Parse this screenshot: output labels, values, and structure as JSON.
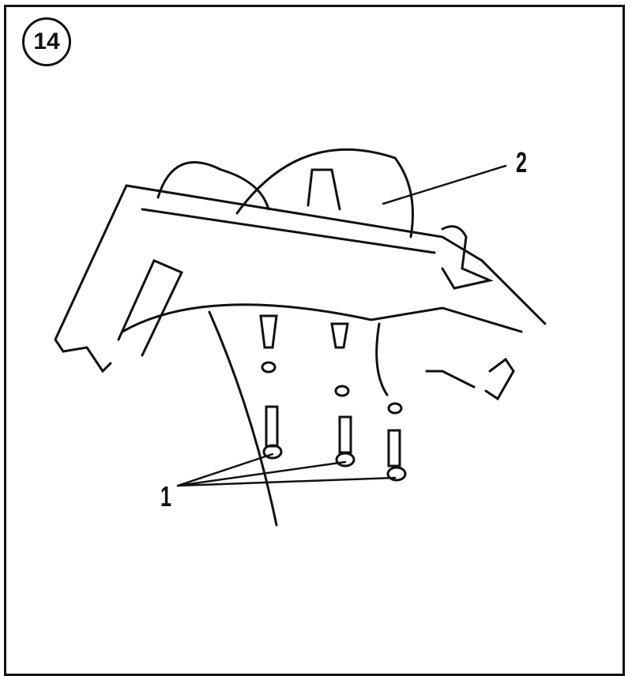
{
  "figure": {
    "step_number": "14",
    "callouts": [
      "1",
      "2"
    ]
  }
}
